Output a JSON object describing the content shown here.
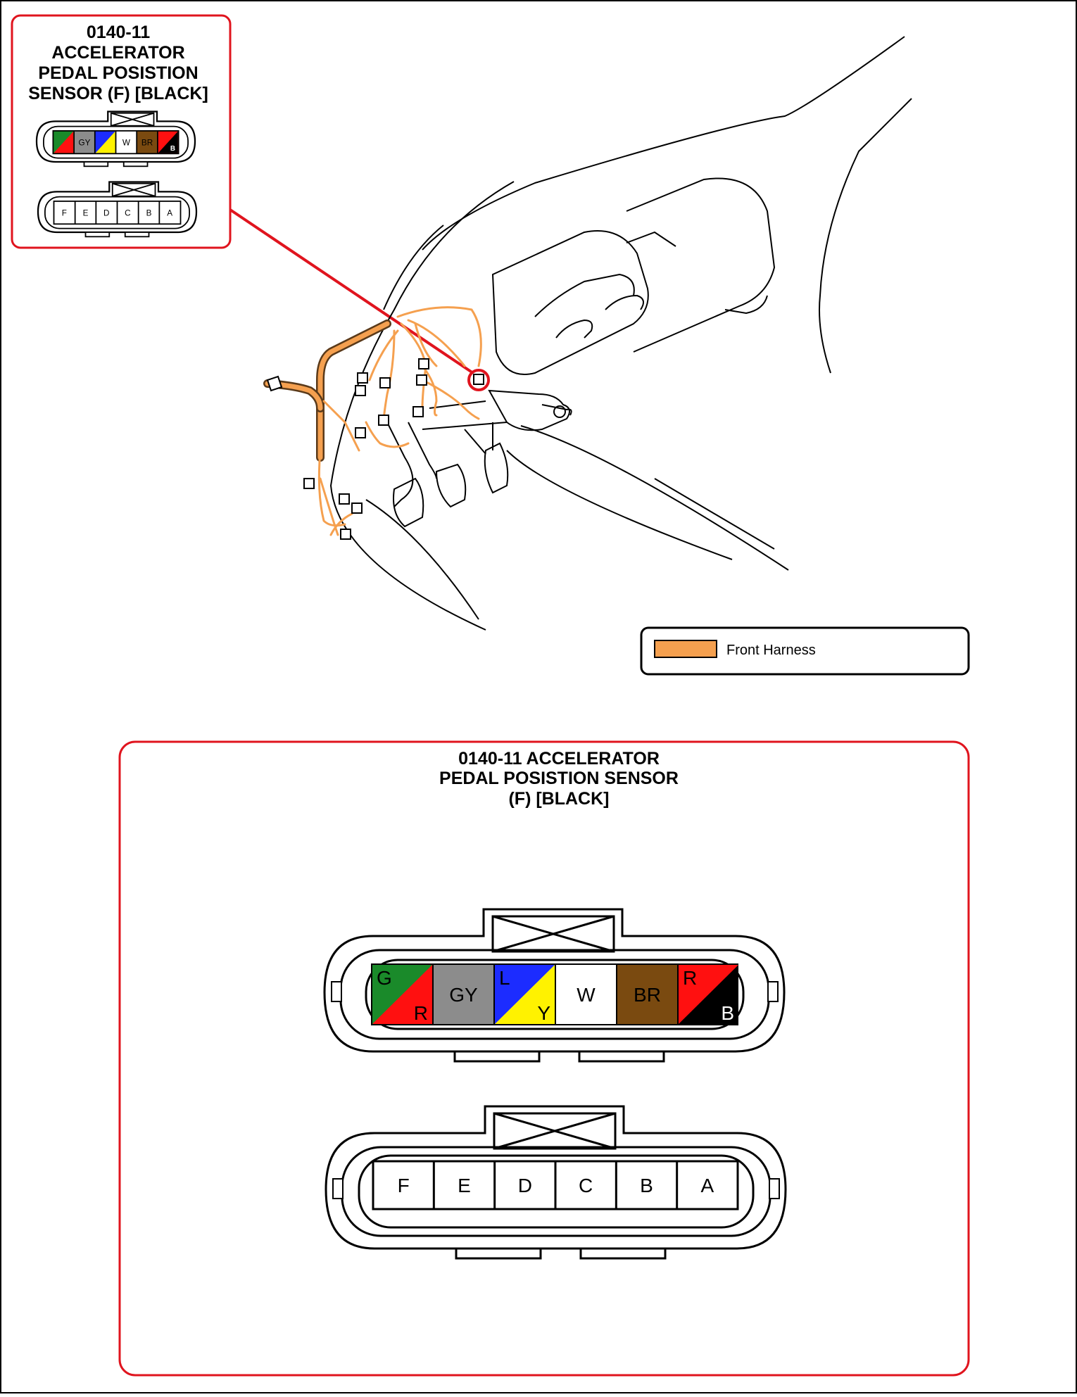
{
  "inset": {
    "title_lines": [
      "0140-11",
      "ACCELERATOR",
      "PEDAL POSISTION",
      "SENSOR (F) [BLACK]"
    ]
  },
  "main": {
    "title_lines": [
      "0140-11 ACCELERATOR",
      "PEDAL POSISTION SENSOR",
      "(F) [BLACK]"
    ]
  },
  "legend": {
    "label": "Front Harness",
    "color": "#f5a04f"
  },
  "wire_connector": {
    "wires": [
      {
        "primary": "G",
        "stripe": "R",
        "primary_color": "#1a8a2a",
        "stripe_color": "#ff1010"
      },
      {
        "primary": "GY",
        "stripe": "",
        "primary_color": "#8c8c8c",
        "stripe_color": ""
      },
      {
        "primary": "L",
        "stripe": "Y",
        "primary_color": "#1c2cff",
        "stripe_color": "#fff200"
      },
      {
        "primary": "W",
        "stripe": "",
        "primary_color": "#ffffff",
        "stripe_color": ""
      },
      {
        "primary": "BR",
        "stripe": "",
        "primary_color": "#7a4a10",
        "stripe_color": ""
      },
      {
        "primary": "R",
        "stripe": "B",
        "primary_color": "#ff1010",
        "stripe_color": "#000000"
      }
    ]
  },
  "pin_connector": {
    "pins": [
      "F",
      "E",
      "D",
      "C",
      "B",
      "A"
    ]
  },
  "colors": {
    "frame_red": "#e0141e",
    "harness_orange": "#f5a04f",
    "harness_dark": "#5a3a1a"
  }
}
